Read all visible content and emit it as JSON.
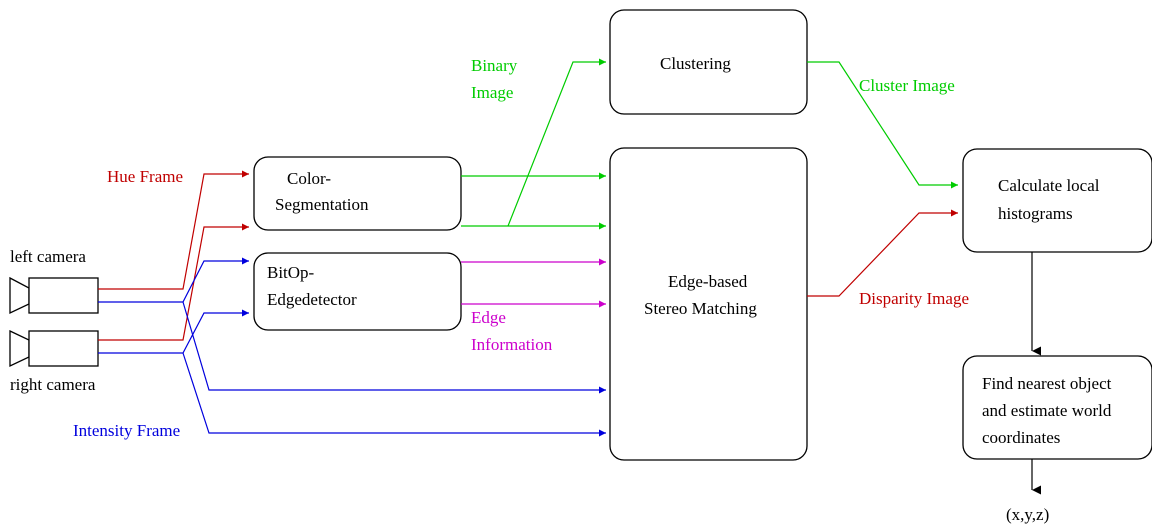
{
  "colors": {
    "black": "#000000",
    "red": "#c00000",
    "green": "#00cc00",
    "blue": "#0000dd",
    "magenta": "#cc00cc"
  },
  "blocks": {
    "clustering": "Clustering",
    "color_segmentation": [
      "Color-",
      "Segmentation"
    ],
    "bitop_edgedetector": [
      "BitOp-",
      "Edgedetector"
    ],
    "stereo_matching": [
      "Edge-based",
      "Stereo Matching"
    ],
    "local_histograms": [
      "Calculate local",
      "histograms"
    ],
    "nearest_object": [
      "Find nearest object",
      "and estimate world",
      "coordinates"
    ]
  },
  "cameras": {
    "left": "left camera",
    "right": "right camera"
  },
  "signals": {
    "hue_frame": "Hue Frame",
    "intensity_frame": "Intensity Frame",
    "binary_image": [
      "Binary",
      "Image"
    ],
    "cluster_image": "Cluster Image",
    "edge_information": [
      "Edge",
      "Information"
    ],
    "disparity_image": "Disparity Image",
    "output": "(x,y,z)"
  }
}
